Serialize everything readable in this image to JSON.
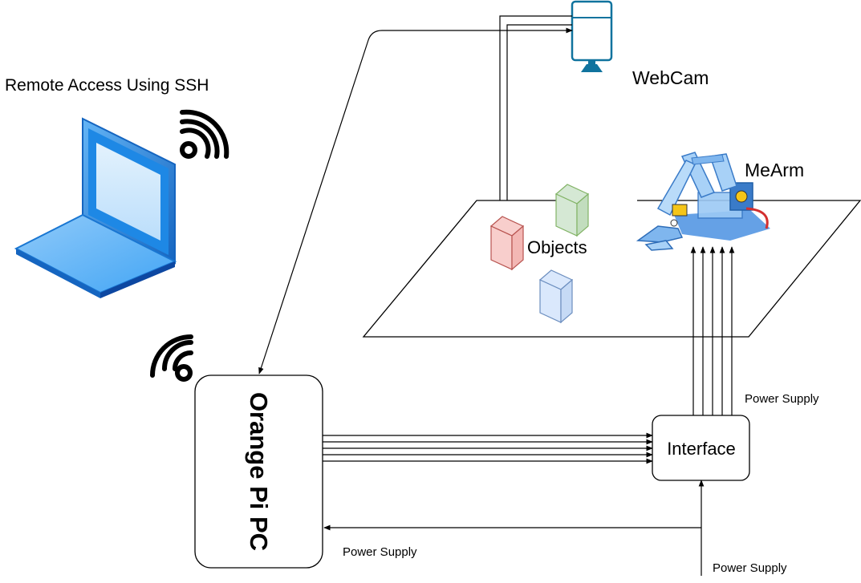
{
  "labels": {
    "remote_access": "Remote Access Using SSH",
    "webcam": "WebCam",
    "mearm": "MeArm",
    "objects": "Objects",
    "orange_pi": "Orange Pi PC",
    "interface": "Interface",
    "power_supply_top": "Power Supply",
    "power_supply_left": "Power Supply",
    "power_supply_bottom": "Power Supply"
  },
  "icons": {
    "laptop": "laptop-icon",
    "wifi_laptop": "wifi-icon",
    "wifi_orange_pi": "wifi-icon",
    "webcam": "webcam-monitor-icon",
    "mearm": "robot-arm-icon"
  },
  "colors": {
    "laptop_blue": "#1E88E5",
    "object_red": "#F8CECC",
    "object_green": "#D5E8D4",
    "object_blue": "#DAE8FC",
    "webcam_teal": "#10739E"
  }
}
